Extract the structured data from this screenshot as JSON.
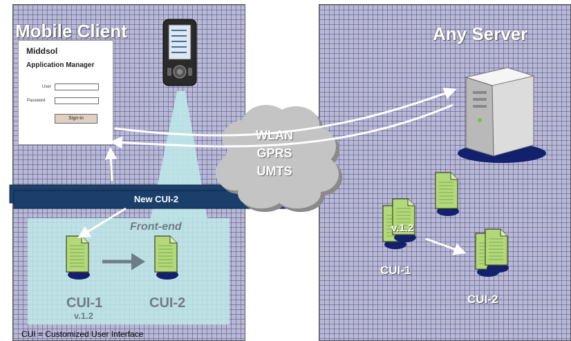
{
  "mobile_client": {
    "title": "Mobile Client",
    "login": {
      "company": "Middsol",
      "app_name": "Application Manager",
      "user_label": "User",
      "password_label": "Password",
      "signin_label": "Sign-in"
    },
    "new_cui_bar": "New CUI-2",
    "frontend": {
      "label": "Front-end",
      "cui1": "CUI-1",
      "cui1_version": "v.1.2",
      "cui2": "CUI-2"
    },
    "footnote": "CUI = Customized User Interface"
  },
  "network": {
    "labels": [
      "WLAN",
      "GPRS",
      "UMTS"
    ]
  },
  "server": {
    "title": "Any Server",
    "cui1": "CUI-1",
    "cui1_version": "v.1.2",
    "cui2": "CUI-2"
  },
  "colors": {
    "panel": "#b9b9d6",
    "frontend": "#bee8e8",
    "bar": "#1a3f6b",
    "document": "#b2d87a",
    "cloud": "#c4c4c4"
  }
}
